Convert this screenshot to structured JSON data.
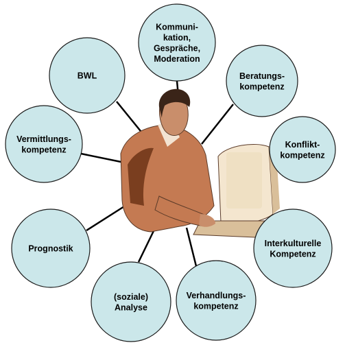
{
  "colors": {
    "circle_fill": "#cbe7ea",
    "circle_stroke": "#1a1a1a",
    "connector": "#000000",
    "skin": "#c98e6b",
    "suit": "#c47a52",
    "suit_dark": "#7a3e1f",
    "hair": "#3a2418",
    "computer": "#f4e6cf",
    "computer_shadow": "#d9bf9a"
  },
  "center": {
    "icon": "person-at-computer-icon"
  },
  "topics": [
    {
      "id": "kommunikation",
      "lines": [
        "Kommuni-",
        "kation,",
        "Gespräche,",
        "Moderation"
      ]
    },
    {
      "id": "beratung",
      "lines": [
        "Beratungs-",
        "kompetenz"
      ]
    },
    {
      "id": "konflikt",
      "lines": [
        "Konflikt-",
        "kompetenz"
      ]
    },
    {
      "id": "interkulturell",
      "lines": [
        "Interkulturelle",
        "Kompetenz"
      ]
    },
    {
      "id": "verhandlung",
      "lines": [
        "Verhandlungs-",
        "kompetenz"
      ]
    },
    {
      "id": "analyse",
      "lines": [
        "(soziale)",
        "Analyse"
      ]
    },
    {
      "id": "prognostik",
      "lines": [
        "Prognostik"
      ]
    },
    {
      "id": "vermittlung",
      "lines": [
        "Vermittlungs-",
        "kompetenz"
      ]
    },
    {
      "id": "bwl",
      "lines": [
        "BWL"
      ]
    }
  ]
}
